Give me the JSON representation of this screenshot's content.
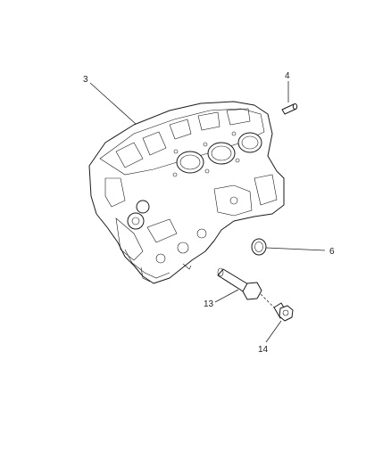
{
  "callouts": {
    "c3": "3",
    "c4": "4",
    "c6": "6",
    "c13": "13",
    "c14": "14"
  },
  "parts": {
    "p3": "engine-block",
    "p4": "dowel-pin",
    "p6": "plug",
    "p13": "bolt",
    "p14": "bolt"
  }
}
